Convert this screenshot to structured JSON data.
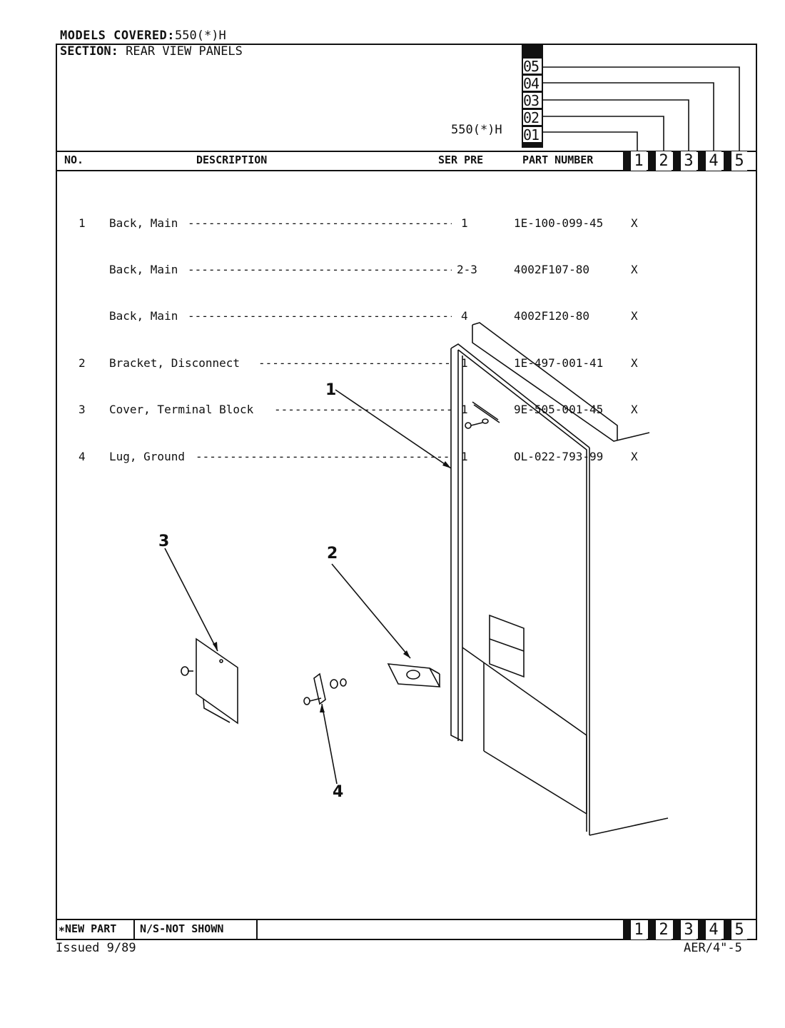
{
  "header": {
    "models_covered_label": "MODELS COVERED:",
    "models_covered_value": "550(*)H",
    "section_label": "SECTION:",
    "section_value": "REAR VIEW PANELS",
    "model_name": "550(*)H",
    "model_codes": [
      "05",
      "04",
      "03",
      "02",
      "01"
    ]
  },
  "columns": {
    "no": "NO.",
    "description": "DESCRIPTION",
    "ser_pre": "SER PRE",
    "part_number": "PART NUMBER",
    "model_columns": [
      "1",
      "2",
      "3",
      "4",
      "5"
    ]
  },
  "parts": [
    {
      "no": "1",
      "description": "Back, Main",
      "ser": "1",
      "part_number": "1E-100-099-45",
      "mark": "X"
    },
    {
      "no": "",
      "description": "Back, Main",
      "ser": "2-3",
      "part_number": "4002F107-80",
      "mark": "X"
    },
    {
      "no": "",
      "description": "Back, Main",
      "ser": "4",
      "part_number": "4002F120-80",
      "mark": "X"
    },
    {
      "no": "2",
      "description": "Bracket, Disconnect",
      "ser": "1",
      "part_number": "1E-497-001-41",
      "mark": "X"
    },
    {
      "no": "3",
      "description": "Cover, Terminal Block",
      "ser": "1",
      "part_number": "9E-505-001-45",
      "mark": "X"
    },
    {
      "no": "4",
      "description": "Lug, Ground",
      "ser": "1",
      "part_number": "OL-022-793-99",
      "mark": "X"
    }
  ],
  "diagram": {
    "callouts": [
      "1",
      "2",
      "3",
      "4"
    ]
  },
  "footer": {
    "new_part": "∗NEW PART",
    "not_shown": "N/S-NOT SHOWN",
    "model_columns": [
      "1",
      "2",
      "3",
      "4",
      "5"
    ],
    "issued": "Issued 9/89",
    "doc_ref": "AER/4\"-5"
  }
}
